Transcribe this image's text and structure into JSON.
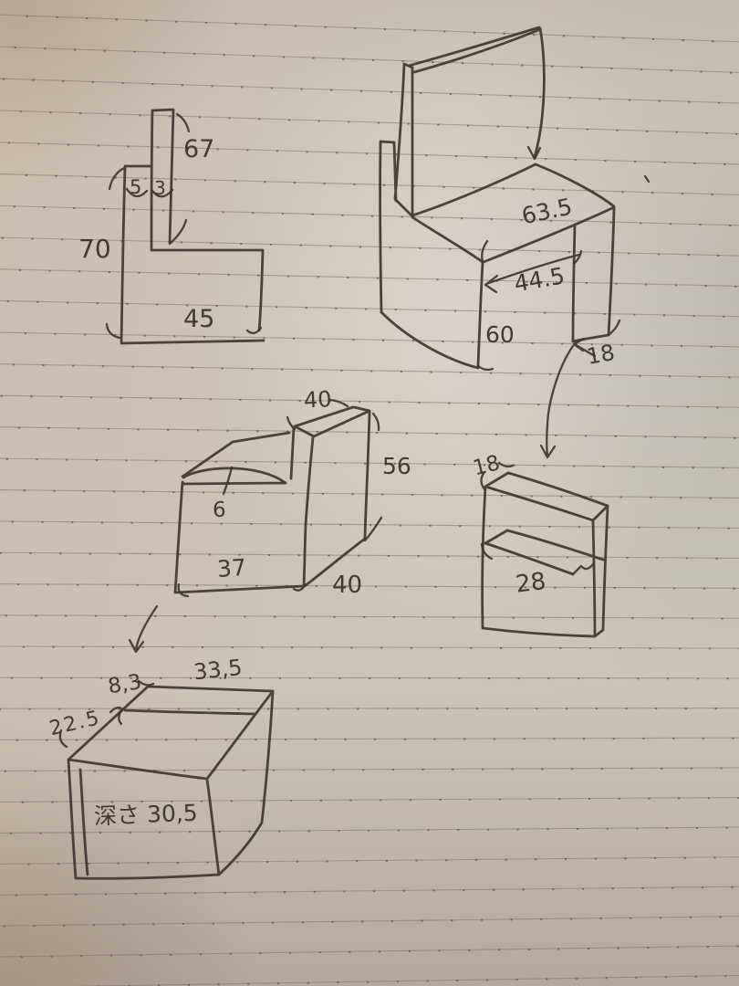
{
  "figures": {
    "side_profile": {
      "labels": {
        "back_height": "67",
        "back_gap": "5",
        "board_thickness": "3",
        "overall_height": "70",
        "base_width": "45"
      }
    },
    "desk": {
      "labels": {
        "top_width": "63.5",
        "opening_width": "44.5",
        "height": "60",
        "leg_depth": "18"
      }
    },
    "step_unit": {
      "labels": {
        "top_depth": "40",
        "back_height": "56",
        "cushion_drop": "6",
        "seat_width": "37",
        "base_depth": "40"
      }
    },
    "shelf_box": {
      "labels": {
        "depth": "18",
        "shelf_width": "28"
      }
    },
    "storage_box": {
      "labels": {
        "lid_strip": "8,3",
        "top_width": "33,5",
        "side_depth": "22.5",
        "depth_note": "深さ 30,5"
      }
    }
  },
  "colors": {
    "ink": "#3e3831",
    "paper": "#ccc4b9",
    "rule_line": "#837668"
  }
}
